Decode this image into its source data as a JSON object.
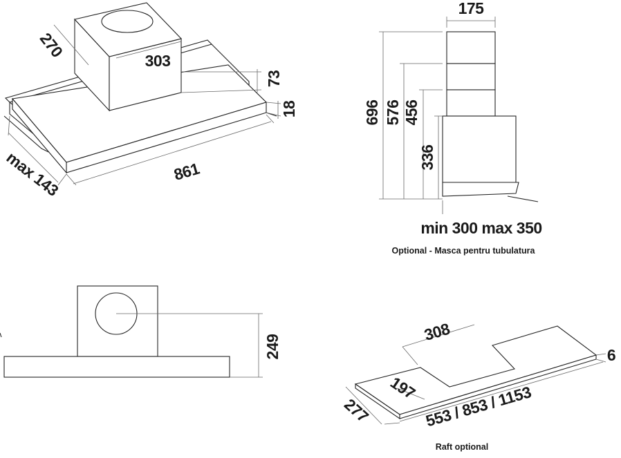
{
  "views": {
    "iso": {
      "depth_duct": "270",
      "width_duct": "303",
      "height_body": "73",
      "height_lip": "18",
      "width_total": "861",
      "depth_total": "max 143"
    },
    "side": {
      "width_duct": "175",
      "h1": "696",
      "h2": "576",
      "h3": "456",
      "h4": "336",
      "depth_range": "min 300 max 350",
      "caption": "Optional - Masca pentru tubulatura"
    },
    "front": {
      "height": "249"
    },
    "shelf": {
      "cutout_width": "308",
      "thickness": "6",
      "cutout_depth": "197",
      "depth": "277",
      "lengths": "553 / 853 / 1153",
      "caption": "Raft optional"
    }
  }
}
